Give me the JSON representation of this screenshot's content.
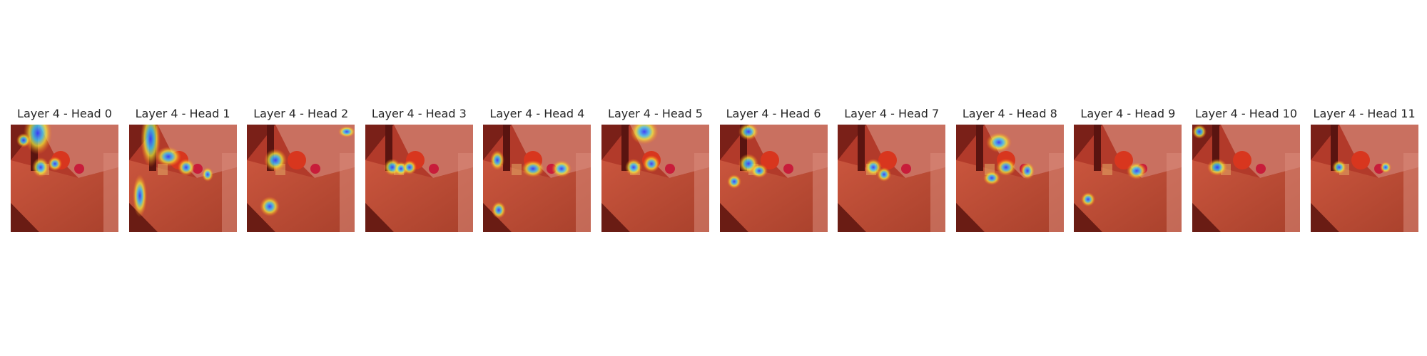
{
  "heads": [
    {
      "title": "Layer 4 - Head 0"
    },
    {
      "title": "Layer 4 - Head 1"
    },
    {
      "title": "Layer 4 - Head 2"
    },
    {
      "title": "Layer 4 - Head 3"
    },
    {
      "title": "Layer 4 - Head 4"
    },
    {
      "title": "Layer 4 - Head 5"
    },
    {
      "title": "Layer 4 - Head 6"
    },
    {
      "title": "Layer 4 - Head 7"
    },
    {
      "title": "Layer 4 - Head 8"
    },
    {
      "title": "Layer 4 - Head 9"
    },
    {
      "title": "Layer 4 - Head 10"
    },
    {
      "title": "Layer 4 - Head 11"
    }
  ]
}
